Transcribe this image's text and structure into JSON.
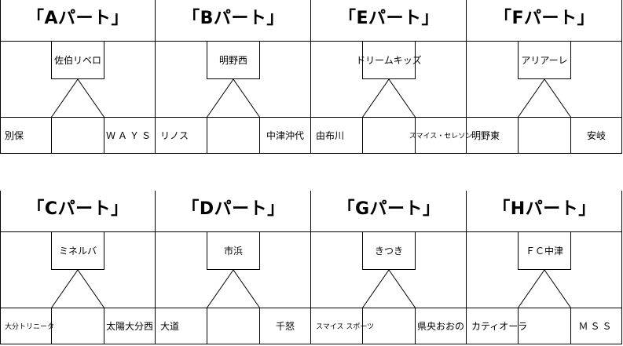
{
  "rows": [
    {
      "parts": [
        {
          "title": "「Aパート」",
          "top": "佐伯リベロ",
          "left": "別保",
          "right": "ＷＡＹＳ",
          "right_style": "spaced"
        },
        {
          "title": "「Bパート」",
          "top": "明野西",
          "left": "リノス",
          "right": "中津沖代",
          "right_style": ""
        },
        {
          "title": "「Eパート」",
          "top": "ドリームキッズ",
          "left": "由布川",
          "right": "スマイス・セレソン",
          "right_style": "small"
        },
        {
          "title": "「Fパート」",
          "top": "アリアーレ",
          "left": "明野東",
          "right": "安岐",
          "right_style": ""
        }
      ]
    },
    {
      "parts": [
        {
          "title": "「Cパート」",
          "top": "ミネルバ",
          "left": "大分トリニータ",
          "left_style": "small",
          "right": "太陽大分西",
          "right_style": ""
        },
        {
          "title": "「Dパート」",
          "top": "市浜",
          "left": "大道",
          "right": "千怒",
          "right_style": ""
        },
        {
          "title": "「Gパート」",
          "top": "きつき",
          "left": "スマイス スポーツ",
          "left_style": "small",
          "right": "県央おおの",
          "right_style": ""
        },
        {
          "title": "「Hパート」",
          "top": "ＦＣ中津",
          "left": "カティオーラ",
          "right": "ＭＳＳ",
          "right_style": "spaced"
        }
      ]
    }
  ]
}
